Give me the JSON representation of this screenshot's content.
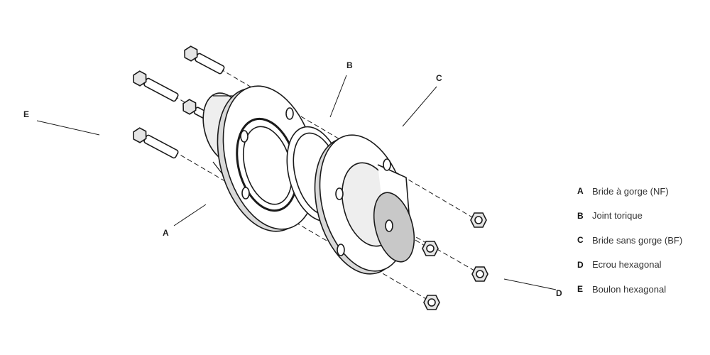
{
  "callouts": {
    "A": "A",
    "B": "B",
    "C": "C",
    "D": "D",
    "E": "E"
  },
  "legend": [
    {
      "key": "A",
      "label": "Bride à gorge (NF)"
    },
    {
      "key": "B",
      "label": "Joint torique"
    },
    {
      "key": "C",
      "label": "Bride sans gorge (BF)"
    },
    {
      "key": "D",
      "label": "Ecrou hexagonal"
    },
    {
      "key": "E",
      "label": "Boulon hexagonal"
    }
  ],
  "colors": {
    "line": "#1a1a1a",
    "flange_shade": "#d9d9d9",
    "tube_shade": "#c8c8c8"
  }
}
